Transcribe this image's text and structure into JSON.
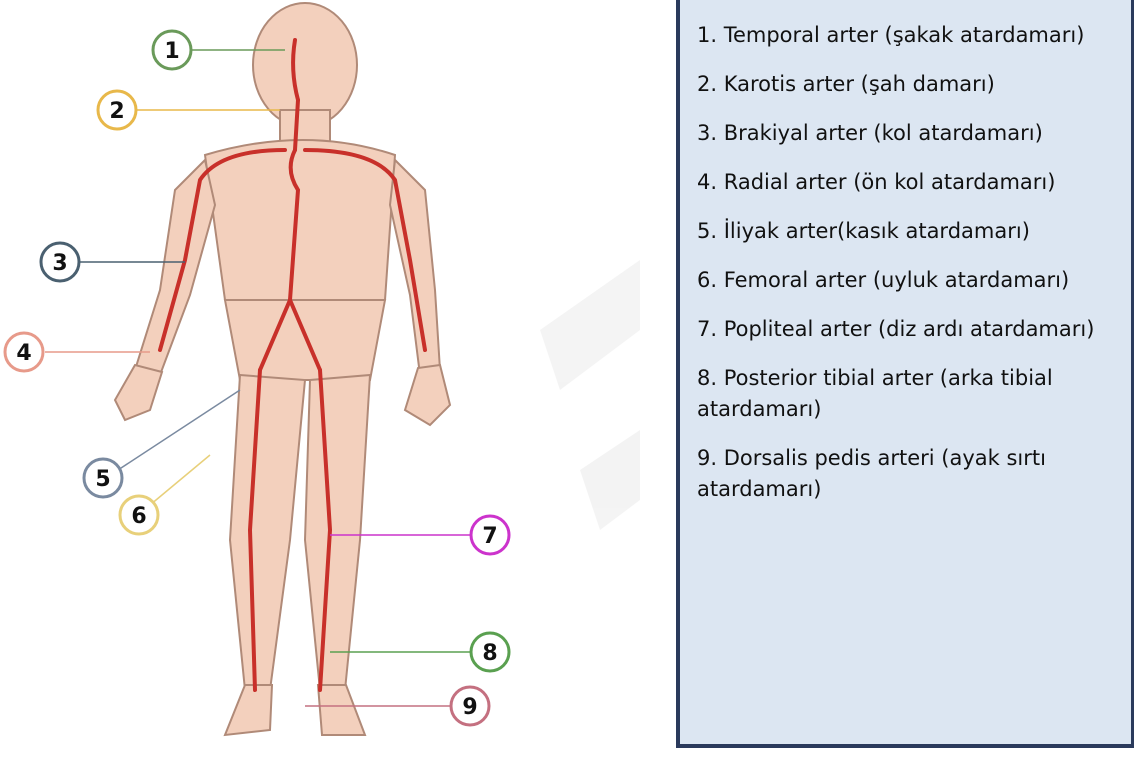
{
  "callouts": [
    {
      "num": "1",
      "color": "#6a9a5a"
    },
    {
      "num": "2",
      "color": "#e8b84a"
    },
    {
      "num": "3",
      "color": "#4a6070"
    },
    {
      "num": "4",
      "color": "#e79a8a"
    },
    {
      "num": "5",
      "color": "#7a8aa0"
    },
    {
      "num": "6",
      "color": "#e8d07a"
    },
    {
      "num": "7",
      "color": "#cc33cc"
    },
    {
      "num": "8",
      "color": "#5aa050"
    },
    {
      "num": "9",
      "color": "#c47080"
    }
  ],
  "legend": [
    "1. Temporal arter (şakak atardamarı)",
    "2. Karotis arter (şah damarı)",
    "3. Brakiyal arter (kol atardamarı)",
    "4. Radial arter (ön kol atardamarı)",
    "5. İliyak arter(kasık atardamarı)",
    "6. Femoral arter (uyluk atardamarı)",
    "7. Popliteal arter (diz ardı atardamarı)",
    "8. Posterior tibial arter (arka tibial atardamarı)",
    "9. Dorsalis pedis arteri (ayak sırtı atardamarı)"
  ],
  "colors": {
    "body": "#f3d0bd",
    "body_outline": "#b08a78",
    "artery": "#c8302a",
    "legend_bg": "#dce6f2",
    "legend_border": "#2a3a5c"
  }
}
